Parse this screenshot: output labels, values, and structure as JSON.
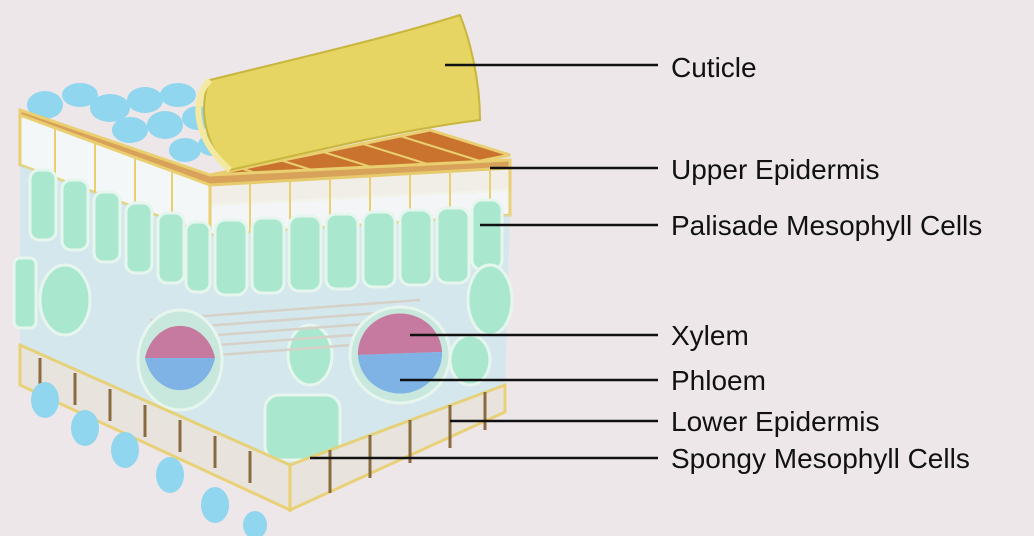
{
  "diagram": {
    "labels": [
      {
        "id": "cuticle",
        "text": "Cuticle"
      },
      {
        "id": "upper-epidermis",
        "text": "Upper Epidermis"
      },
      {
        "id": "palisade",
        "text": "Palisade Mesophyll Cells"
      },
      {
        "id": "xylem",
        "text": "Xylem"
      },
      {
        "id": "phloem",
        "text": "Phloem"
      },
      {
        "id": "lower-epidermis",
        "text": "Lower Epidermis"
      },
      {
        "id": "spongy",
        "text": "Spongy Mesophyll Cells"
      }
    ]
  },
  "colors": {
    "background": "#ede7e9",
    "cuticle": "#e6d562",
    "epidermis_outline": "#e9cf6f",
    "cell_fill": "#a9e8cf",
    "tissue_overlay": "#bfe8ef",
    "brown_cells": "#c9732f",
    "xylem": "#c77aa0",
    "phloem": "#7fb3e6",
    "stoma_blue": "#8fd6ee",
    "leader_line": "#111111"
  }
}
